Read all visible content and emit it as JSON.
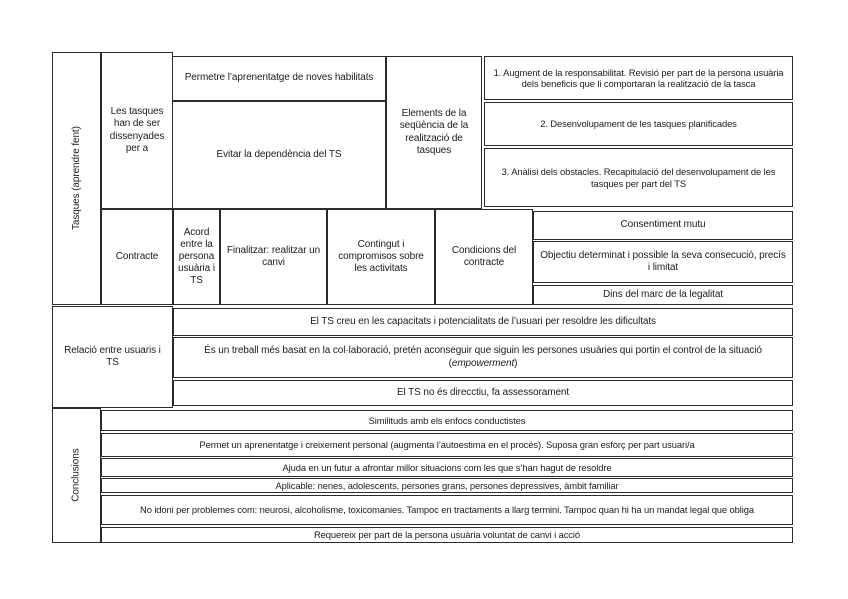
{
  "colors": {
    "border": "#2b2b2b",
    "text": "#1c1c1c",
    "background": "#ffffff"
  },
  "tasques": {
    "label": "Tasques (aprendre fent)",
    "les_tasques": "Les tasques han de ser dissenyades per a",
    "permetre": "Permetre l’aprenentatge de noves habilitats",
    "evitar": "Evitar la dependència del TS",
    "elements": "Elements de la seqüència de la realització de tasques",
    "item1": "1. Augment de la responsabilitat. Revisió per part de la persona usuària dels beneficis que li comportaran la realització de la tasca",
    "item2": "2. Desenvolupament de les tasques planificades",
    "item3": "3. Anàlisi dels obstacles. Recapitulació del desenvolupament de les tasques per part del TS"
  },
  "contracte": {
    "label": "Contracte",
    "acord": "Acord entre la persona usuària i TS",
    "finalitzar": "Finalitzar: realitzar un canvi",
    "contingut": "Contingut i compromisos sobre les activitats",
    "condicions": "Condicions del contracte",
    "consentiment": "Consentiment mutu",
    "objectiu": "Objectiu determinat i possible la seva consecució, precís i limitat",
    "dins": "Dins del marc de la legalitat"
  },
  "relacio": {
    "label": "Relació entre usuaris i TS",
    "row1": "El TS creu en les capacitats i potencialitats de l’usuari per resoldre les dificultats",
    "row2": "És un treball més basat en la col·laboració, pretén aconseguir que siguin les persones usuàries qui portin el control de la situació",
    "row2_paren_open": "(",
    "row2_italic": "empowerment",
    "row2_paren_close": ")",
    "row3": "El TS no és direcctiu, fa assessorament"
  },
  "conclusions": {
    "label": "Conclusions",
    "rows": [
      "Similituds amb els enfocs conductistes",
      "Permet un aprenentatge i creixement personal (augmenta l’autoestima en el procés). Suposa gran esforç per part usuari/a",
      "Ajuda en un futur a afrontar millor situacions com les que s’han hagut de resoldre",
      "Aplicable: nenes, adolescents, persones grans, persones depressives, àmbit familiar",
      "No idoni per problemes com: neurosi, alcoholisme, toxicomanies. Tampoc en tractaments a llarg termini. Tampoc quan hi ha un mandat legal que obliga",
      "Requereix per part de la persona usuària voluntat de canvi i acció"
    ]
  }
}
